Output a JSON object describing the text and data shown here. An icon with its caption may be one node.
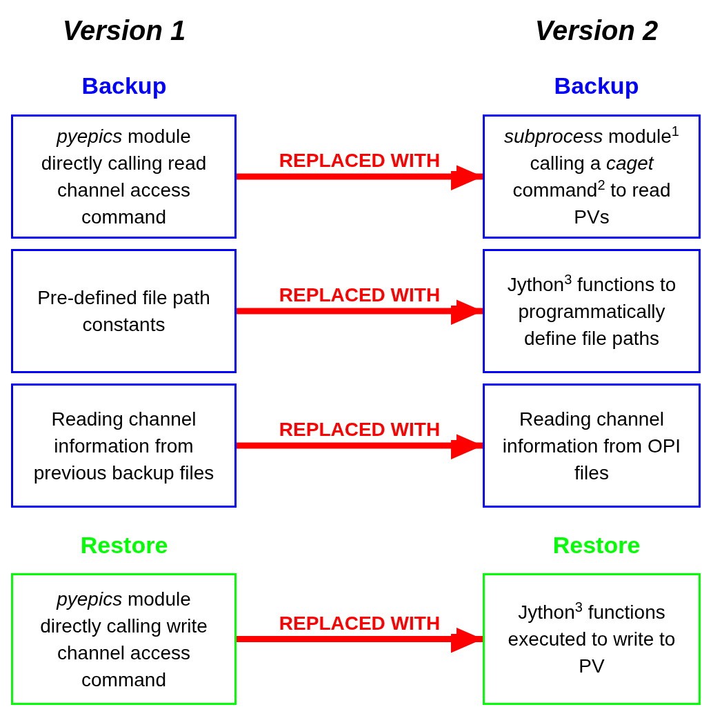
{
  "diagram": {
    "nodes": [
      {
        "text": [
          "*pyepics* module directly calling read channel access command"
        ]
      },
      {
        "text": [
          "*subprocess* module$^{1}$ calling a *caget* command$^{2}$ to read PVs"
        ]
      },
      {
        "text": [
          "Pre-defined file path constants"
        ]
      },
      {
        "text": [
          "Jython$^{3}$ functions to programmatically define file paths"
        ]
      },
      {
        "text": [
          "Reading channel information from previous backup files"
        ]
      },
      {
        "text": [
          "Reading channel information from OPI files"
        ]
      },
      {
        "text": [
          "*pyepics* module directly calling write channel access command"
        ]
      },
      {
        "text": [
          "Jython$^{3}$ functions executed to write to PV"
        ]
      }
    ],
    "edges": [
      {
        "from": 0,
        "to": 1,
        "arrow": "to",
        "label": "REPLACED WITH"
      },
      {
        "from": 2,
        "to": 3,
        "arrow": "to",
        "label": "REPLACED WITH"
      },
      {
        "from": 4,
        "to": 5,
        "arrow": "to",
        "label": "REPLACED WITH"
      },
      {
        "from": 6,
        "to": 7,
        "arrow": "to",
        "label": "REPLACED WITH"
      }
    ],
    "labels": [
      "Version 1",
      "Version 2",
      "Backup",
      "Backup",
      "Restore",
      "Restore"
    ]
  }
}
